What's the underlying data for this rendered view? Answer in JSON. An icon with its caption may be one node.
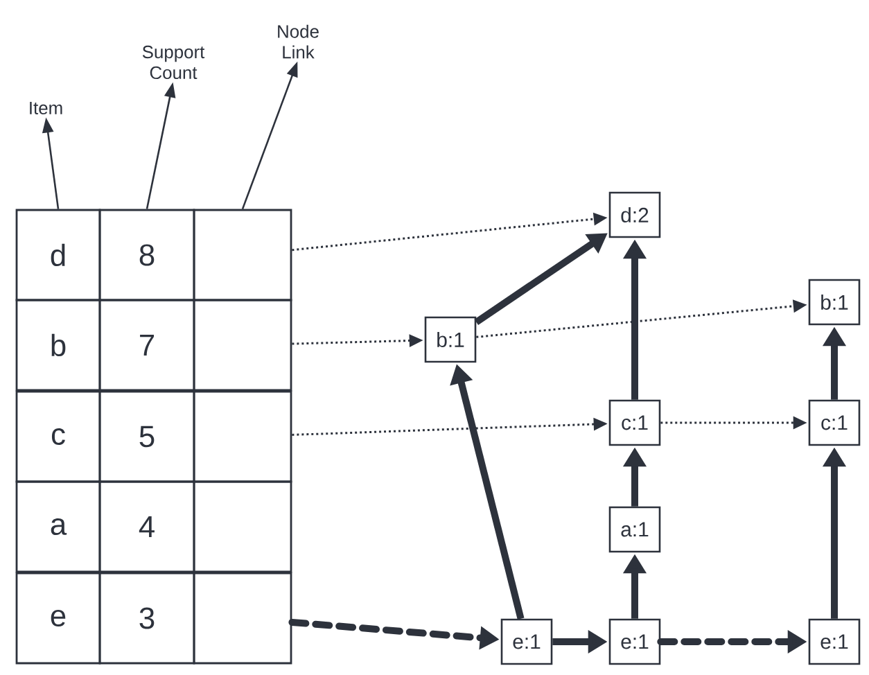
{
  "diagram": {
    "nodes": [
      {
        "text": [
          "Item"
        ]
      },
      {
        "text": [
          "Support Count"
        ]
      },
      {
        "text": [
          "Node Link"
        ]
      },
      {
        "text": [
          "d"
        ]
      },
      {
        "text": [
          "8"
        ]
      },
      {
        "text": [],
        "shape": "box"
      },
      {
        "text": [
          "b"
        ]
      },
      {
        "text": [
          "7"
        ]
      },
      {
        "text": [],
        "shape": "box"
      },
      {
        "text": [
          "c"
        ]
      },
      {
        "text": [
          "5"
        ]
      },
      {
        "text": [],
        "shape": "box"
      },
      {
        "text": [
          "a"
        ]
      },
      {
        "text": [
          "4"
        ]
      },
      {
        "text": [],
        "shape": "box"
      },
      {
        "text": [
          "e"
        ]
      },
      {
        "text": [
          "3"
        ]
      },
      {
        "text": [],
        "shape": "box"
      },
      {
        "text": [
          "d:2"
        ]
      },
      {
        "text": [
          "b:1"
        ]
      },
      {
        "text": [
          "b:1"
        ]
      },
      {
        "text": [
          "c:1"
        ]
      },
      {
        "text": [
          "c:1"
        ]
      },
      {
        "text": [
          "a:1"
        ]
      },
      {
        "text": [
          "e:1"
        ]
      },
      {
        "text": [
          "e:1"
        ]
      },
      {
        "text": [
          "e:1"
        ]
      }
    ],
    "edges": [
      {
        "from": 3,
        "to": 0,
        "arrow": "to"
      },
      {
        "from": 4,
        "to": 1,
        "arrow": "to"
      },
      {
        "from": 5,
        "to": 2,
        "arrow": "to"
      },
      {
        "from": 5,
        "to": 18,
        "arrow": "to",
        "style": "dashed"
      },
      {
        "from": 8,
        "to": 19,
        "arrow": "to",
        "style": "dashed"
      },
      {
        "from": 11,
        "to": 21,
        "arrow": "to",
        "style": "dashed"
      },
      {
        "from": 17,
        "to": 24,
        "arrow": "to",
        "style": "dashed"
      },
      {
        "from": 19,
        "to": 20,
        "arrow": "to",
        "style": "dashed"
      },
      {
        "from": 21,
        "to": 22,
        "arrow": "to",
        "style": "dashed"
      },
      {
        "from": 19,
        "to": 18,
        "arrow": "to"
      },
      {
        "from": 24,
        "to": 19,
        "arrow": "to"
      },
      {
        "from": 21,
        "to": 18,
        "arrow": "to"
      },
      {
        "from": 23,
        "to": 21,
        "arrow": "to"
      },
      {
        "from": 25,
        "to": 23,
        "arrow": "to"
      },
      {
        "from": 24,
        "to": 25,
        "arrow": "to"
      },
      {
        "from": 25,
        "to": 26,
        "arrow": "to",
        "style": "dashed"
      },
      {
        "from": 22,
        "to": 20,
        "arrow": "to"
      },
      {
        "from": 26,
        "to": 22,
        "arrow": "to"
      }
    ]
  }
}
